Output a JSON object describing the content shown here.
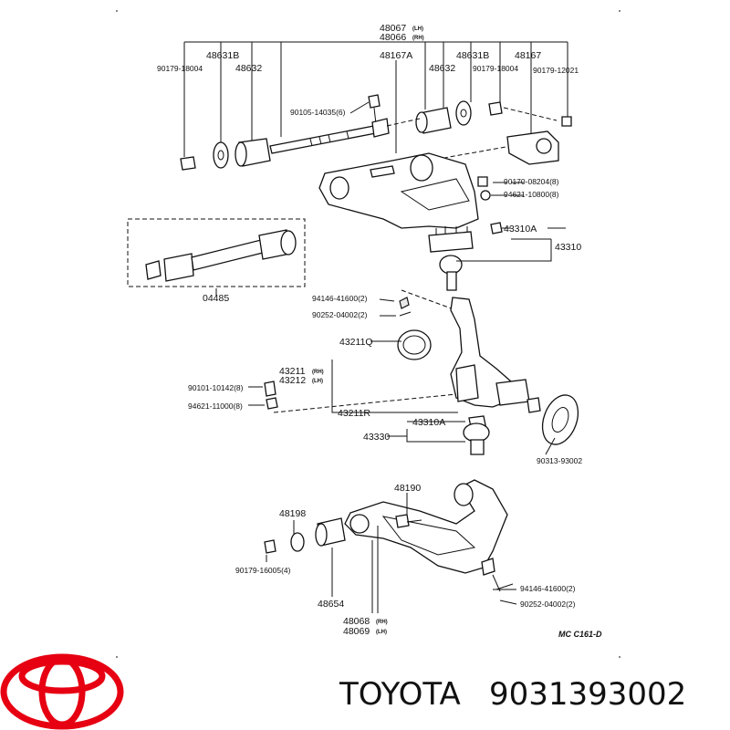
{
  "diagram": {
    "code": "MC C161-D",
    "labels": [
      {
        "key": "p48067",
        "text": "48067"
      },
      {
        "key": "p48067s",
        "text": "(LH)"
      },
      {
        "key": "p48066",
        "text": "48066"
      },
      {
        "key": "p48066s",
        "text": "(RH)"
      },
      {
        "key": "p48631B_l",
        "text": "48631B"
      },
      {
        "key": "p90179_18004_l",
        "text": "90179-18004"
      },
      {
        "key": "p48632_l",
        "text": "48632"
      },
      {
        "key": "p48167A",
        "text": "48167A"
      },
      {
        "key": "p48632_r",
        "text": "48632"
      },
      {
        "key": "p48631B_r",
        "text": "48631B"
      },
      {
        "key": "p90179_18004_r",
        "text": "90179-18004"
      },
      {
        "key": "p48167",
        "text": "48167"
      },
      {
        "key": "p90179_12021",
        "text": "90179-12021"
      },
      {
        "key": "p90105",
        "text": "90105-14035(6)"
      },
      {
        "key": "p90170",
        "text": "90170-08204(8)"
      },
      {
        "key": "p94621_10800",
        "text": "94621-10800(8)"
      },
      {
        "key": "p43310A_u",
        "text": "43310A"
      },
      {
        "key": "p43310",
        "text": "43310"
      },
      {
        "key": "p04485",
        "text": "04485"
      },
      {
        "key": "p94146_u",
        "text": "94146-41600(2)"
      },
      {
        "key": "p90252_u",
        "text": "90252-04002(2)"
      },
      {
        "key": "p43211Q",
        "text": "43211Q"
      },
      {
        "key": "p43211",
        "text": "43211"
      },
      {
        "key": "p43211s",
        "text": "(RH)"
      },
      {
        "key": "p43212",
        "text": "43212"
      },
      {
        "key": "p43212s",
        "text": "(LH)"
      },
      {
        "key": "p90101",
        "text": "90101-10142(8)"
      },
      {
        "key": "p94621_11000",
        "text": "94621-11000(8)"
      },
      {
        "key": "p43211R",
        "text": "43211R"
      },
      {
        "key": "p43310A_l",
        "text": "43310A"
      },
      {
        "key": "p43330",
        "text": "43330"
      },
      {
        "key": "p90313",
        "text": "90313-93002"
      },
      {
        "key": "p48190",
        "text": "48190"
      },
      {
        "key": "p48198",
        "text": "48198"
      },
      {
        "key": "p90179_16005",
        "text": "90179-16005(4)"
      },
      {
        "key": "p94146_l",
        "text": "94146-41600(2)"
      },
      {
        "key": "p90252_l",
        "text": "90252-04002(2)"
      },
      {
        "key": "p48654",
        "text": "48654"
      },
      {
        "key": "p48068",
        "text": "48068"
      },
      {
        "key": "p48068s",
        "text": "(RH)"
      },
      {
        "key": "p48069",
        "text": "48069"
      },
      {
        "key": "p48069s",
        "text": "(LH)"
      }
    ]
  },
  "footer": {
    "brand": "TOYOTA",
    "part_number": "9031393002",
    "logo_color": "#e60012"
  }
}
